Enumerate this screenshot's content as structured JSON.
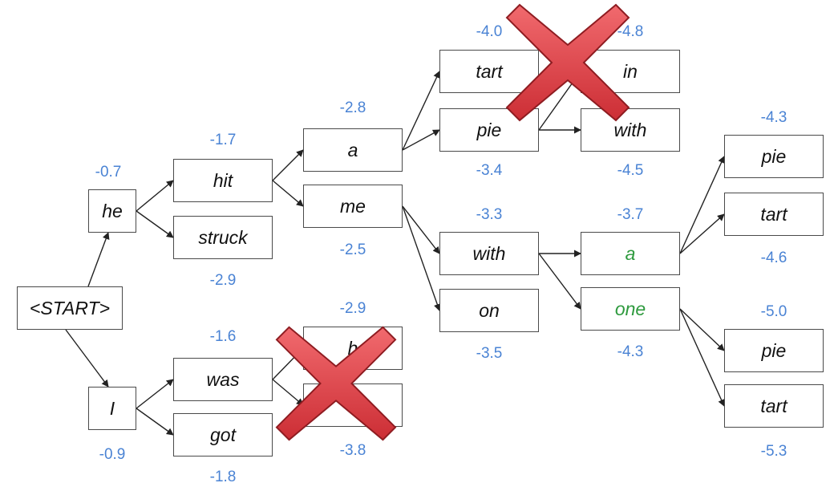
{
  "colors": {
    "score": "#4a83d4",
    "highlight": "#2e9a3e",
    "cross": "#e0474c"
  },
  "nodes": [
    {
      "id": "start",
      "label": "<START>"
    },
    {
      "id": "he",
      "label": "he"
    },
    {
      "id": "I",
      "label": "I"
    },
    {
      "id": "hit",
      "label": "hit"
    },
    {
      "id": "struck",
      "label": "struck"
    },
    {
      "id": "was",
      "label": "was"
    },
    {
      "id": "got",
      "label": "got"
    },
    {
      "id": "a1",
      "label": "a"
    },
    {
      "id": "me",
      "label": "me"
    },
    {
      "id": "hidden1",
      "label": "h"
    },
    {
      "id": "hidden2",
      "label": ""
    },
    {
      "id": "tart1",
      "label": "tart"
    },
    {
      "id": "pie1",
      "label": "pie"
    },
    {
      "id": "with1",
      "label": "with"
    },
    {
      "id": "on",
      "label": "on"
    },
    {
      "id": "in",
      "label": "in"
    },
    {
      "id": "with2",
      "label": "with"
    },
    {
      "id": "a2",
      "label": "a"
    },
    {
      "id": "one",
      "label": "one"
    },
    {
      "id": "pie2",
      "label": "pie"
    },
    {
      "id": "tart2",
      "label": "tart"
    },
    {
      "id": "pie3",
      "label": "pie"
    },
    {
      "id": "tart3",
      "label": "tart"
    }
  ],
  "scores": {
    "he": "-0.7",
    "I": "-0.9",
    "hit": "-1.7",
    "struck": "-2.9",
    "was": "-1.6",
    "got": "-1.8",
    "a1": "-2.8",
    "me": "-2.5",
    "hidden1": "-2.9",
    "hidden2": "-3.8",
    "tart1": "-4.0",
    "pie1": "-3.4",
    "with1": "-3.3",
    "on": "-3.5",
    "in": "-4.8",
    "with2": "-4.5",
    "a2": "-3.7",
    "one": "-4.3",
    "pie2": "-4.3",
    "tart2": "-4.6",
    "pie3": "-5.0",
    "tart3": "-5.3"
  },
  "edges": [
    [
      "start",
      "he"
    ],
    [
      "start",
      "I"
    ],
    [
      "he",
      "hit"
    ],
    [
      "he",
      "struck"
    ],
    [
      "I",
      "was"
    ],
    [
      "I",
      "got"
    ],
    [
      "hit",
      "a1"
    ],
    [
      "hit",
      "me"
    ],
    [
      "was",
      "hidden1"
    ],
    [
      "was",
      "hidden2"
    ],
    [
      "a1",
      "tart1"
    ],
    [
      "a1",
      "pie1"
    ],
    [
      "me",
      "with1"
    ],
    [
      "me",
      "on"
    ],
    [
      "pie1",
      "in"
    ],
    [
      "pie1",
      "with2"
    ],
    [
      "with1",
      "a2"
    ],
    [
      "with1",
      "one"
    ],
    [
      "a2",
      "pie2"
    ],
    [
      "a2",
      "tart2"
    ],
    [
      "one",
      "pie3"
    ],
    [
      "one",
      "tart3"
    ]
  ]
}
